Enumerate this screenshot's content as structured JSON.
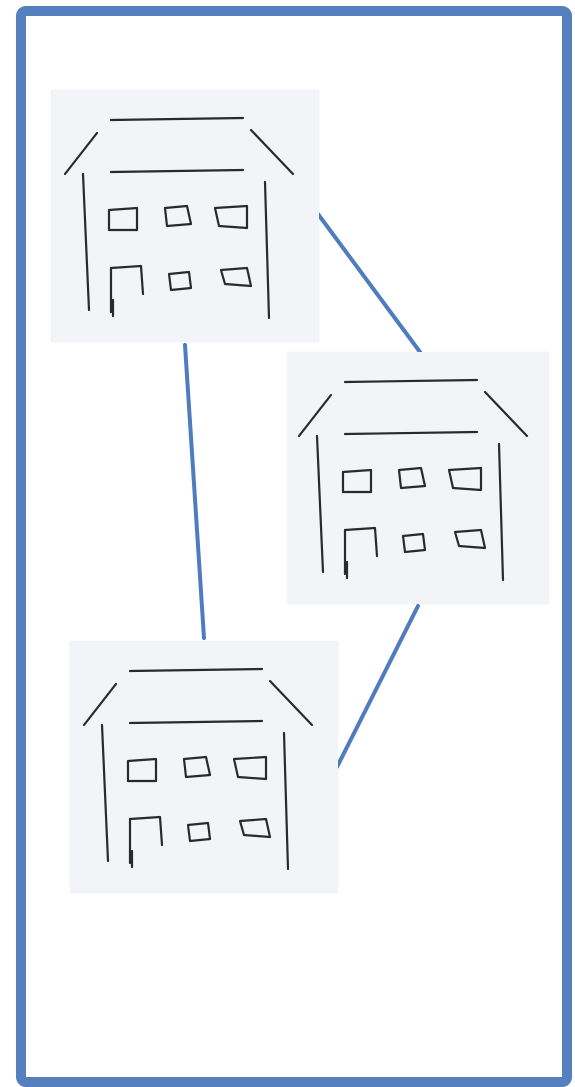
{
  "diagram": {
    "frame_color": "#5580bd",
    "connector_color": "#4f7bbf",
    "tile_background": "#f3f4f8",
    "ink_color": "#2a2a2a",
    "nodes": [
      {
        "id": "building-1",
        "icon": "building-sketch-icon"
      },
      {
        "id": "building-2",
        "icon": "building-sketch-icon"
      },
      {
        "id": "building-3",
        "icon": "building-sketch-icon"
      }
    ],
    "edges": [
      {
        "from": "building-1",
        "to": "building-2"
      },
      {
        "from": "building-1",
        "to": "building-3"
      },
      {
        "from": "building-2",
        "to": "building-3"
      }
    ]
  }
}
